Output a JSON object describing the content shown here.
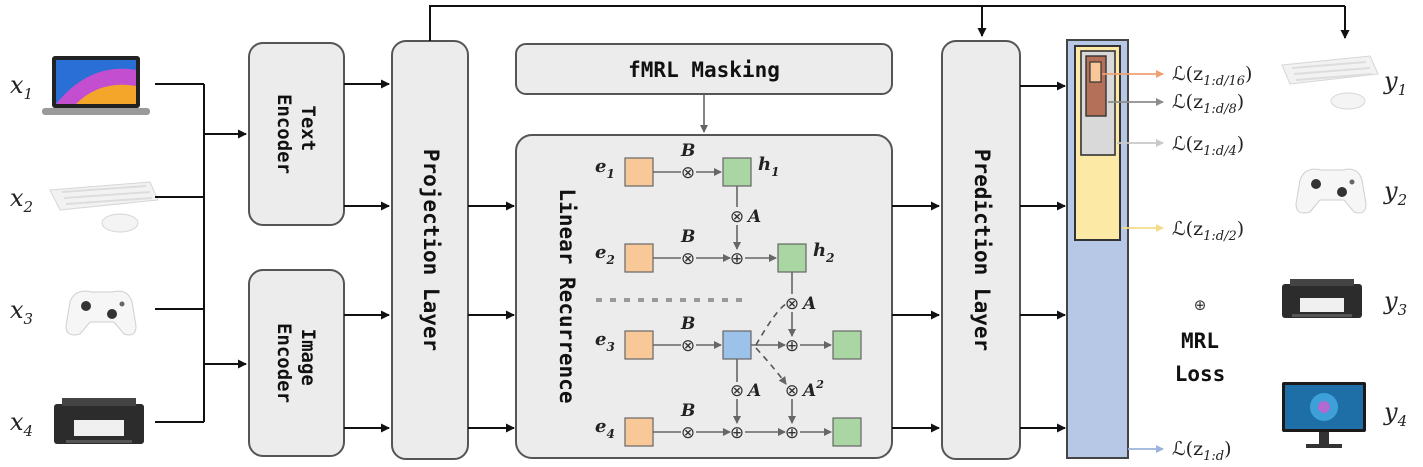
{
  "inputs": [
    {
      "label": "x",
      "sub": "1",
      "device": "laptop-icon"
    },
    {
      "label": "x",
      "sub": "2",
      "device": "keyboard-icon"
    },
    {
      "label": "x",
      "sub": "3",
      "device": "gamepad-icon"
    },
    {
      "label": "x",
      "sub": "4",
      "device": "printer-icon"
    }
  ],
  "outputs": [
    {
      "label": "y",
      "sub": "1",
      "device": "keyboard-icon"
    },
    {
      "label": "y",
      "sub": "2",
      "device": "gamepad-icon"
    },
    {
      "label": "y",
      "sub": "3",
      "device": "printer-icon"
    },
    {
      "label": "y",
      "sub": "4",
      "device": "monitor-icon"
    }
  ],
  "blocks": {
    "text_encoder": [
      "Text",
      "Encoder"
    ],
    "image_encoder": [
      "Image",
      "Encoder"
    ],
    "projection": "Projection Layer",
    "masking": "fMRL Masking",
    "recurrence": "Linear Recurrence",
    "prediction": "Prediction Layer"
  },
  "recurrence": {
    "B": "B",
    "A": "A",
    "A2": "A",
    "A2_exp": "2",
    "otimes": "⊗",
    "oplus": "⊕",
    "e_labels": [
      {
        "base": "e",
        "sub": "1"
      },
      {
        "base": "e",
        "sub": "2"
      },
      {
        "base": "e",
        "sub": "3"
      },
      {
        "base": "e",
        "sub": "4"
      }
    ],
    "h_labels": [
      {
        "base": "h",
        "sub": "1"
      },
      {
        "base": "h",
        "sub": "2"
      }
    ]
  },
  "losses": [
    {
      "text": "ℒ(z",
      "sub": "1:d/16",
      "close": ")",
      "color": "#f0a070"
    },
    {
      "text": "ℒ(z",
      "sub": "1:d/8",
      "close": ")",
      "color": "#8c8c8c"
    },
    {
      "text": "ℒ(z",
      "sub": "1:d/4",
      "close": ")",
      "color": "#c8c8c8"
    },
    {
      "text": "ℒ(z",
      "sub": "1:d/2",
      "close": ")",
      "color": "#f2dc8a"
    },
    {
      "text": "ℒ(z",
      "sub": "1:d",
      "close": ")",
      "color": "#9bb3dc"
    }
  ],
  "mrl_loss": {
    "symbol": "⊕",
    "line1": "MRL",
    "line2": "Loss"
  },
  "colors": {
    "block_fill": "#ececec",
    "embed_orange": "#f8c898",
    "hidden_green": "#a9d6a2",
    "hidden_blue": "#9cc2ea",
    "column_blue": "#b7c8e6",
    "column_yellow": "#fde9a6",
    "column_gray": "#d9d9d9"
  }
}
